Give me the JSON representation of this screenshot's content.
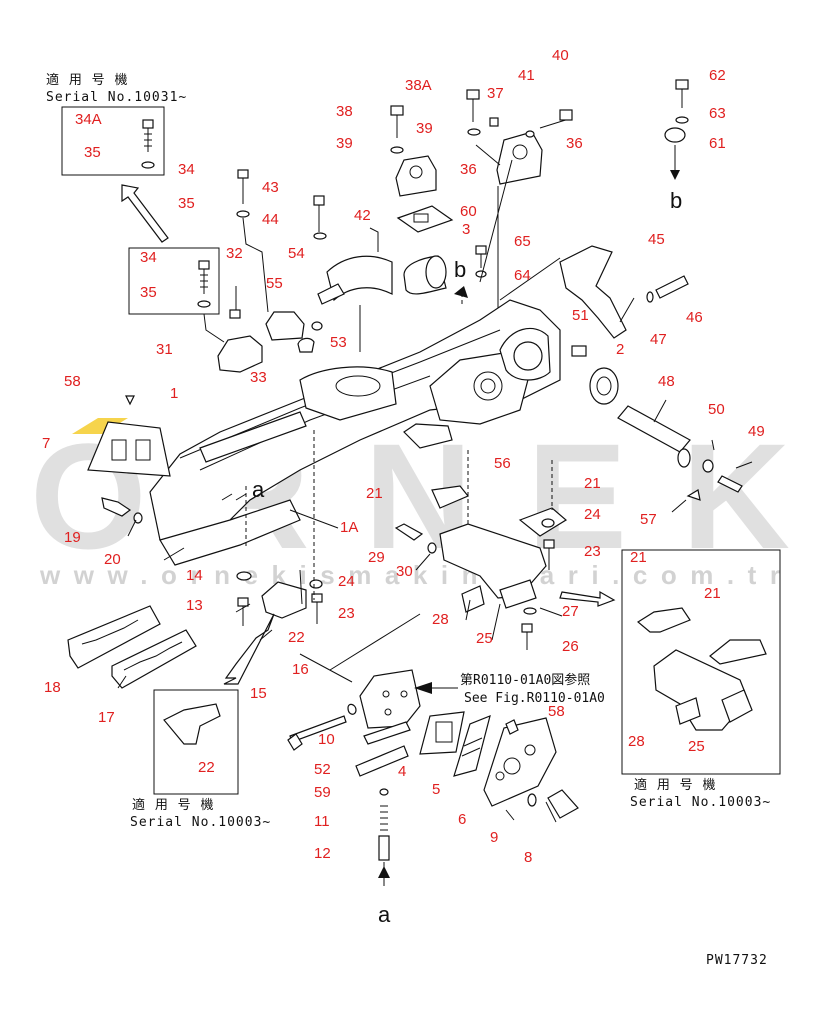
{
  "watermark": {
    "brand": "ORNEK",
    "url": "www.ornekismakinalari.com.tr",
    "brand_color": "#c8c8c8",
    "accent_color": "#f2c200"
  },
  "label_color": "#e02020",
  "drawing_number": "PW17732",
  "serial_notes": {
    "top_left": {
      "applicable": "適 用 号 機",
      "serial": "Serial No.10031~"
    },
    "bottom_left": {
      "applicable": "適 用 号 機",
      "serial": "Serial No.10003~"
    },
    "bottom_right": {
      "applicable": "適 用 号 機",
      "serial": "Serial No.10003~"
    }
  },
  "reference": {
    "jp": "第R0110-01A0図参照",
    "en": "See Fig.R0110-01A0"
  },
  "view_letters": {
    "a_top": "a",
    "a_bottom": "a",
    "b_top": "b",
    "b_side": "b"
  },
  "part_labels": [
    "40",
    "41",
    "37",
    "38A",
    "38",
    "39",
    "39",
    "36",
    "36",
    "62",
    "63",
    "61",
    "34A",
    "35",
    "34",
    "35",
    "43",
    "44",
    "42",
    "60",
    "3",
    "65",
    "64",
    "45",
    "34",
    "35",
    "32",
    "54",
    "55",
    "53",
    "33",
    "31",
    "51",
    "2",
    "47",
    "46",
    "58",
    "1",
    "48",
    "50",
    "49",
    "7",
    "56",
    "21",
    "21",
    "24",
    "57",
    "19",
    "20",
    "1A",
    "29",
    "30",
    "23",
    "14",
    "24",
    "13",
    "22",
    "23",
    "28",
    "27",
    "25",
    "26",
    "21",
    "21",
    "28",
    "25",
    "18",
    "17",
    "16",
    "15",
    "10",
    "58",
    "22",
    "52",
    "4",
    "5",
    "59",
    "6",
    "9",
    "11",
    "8",
    "12"
  ]
}
